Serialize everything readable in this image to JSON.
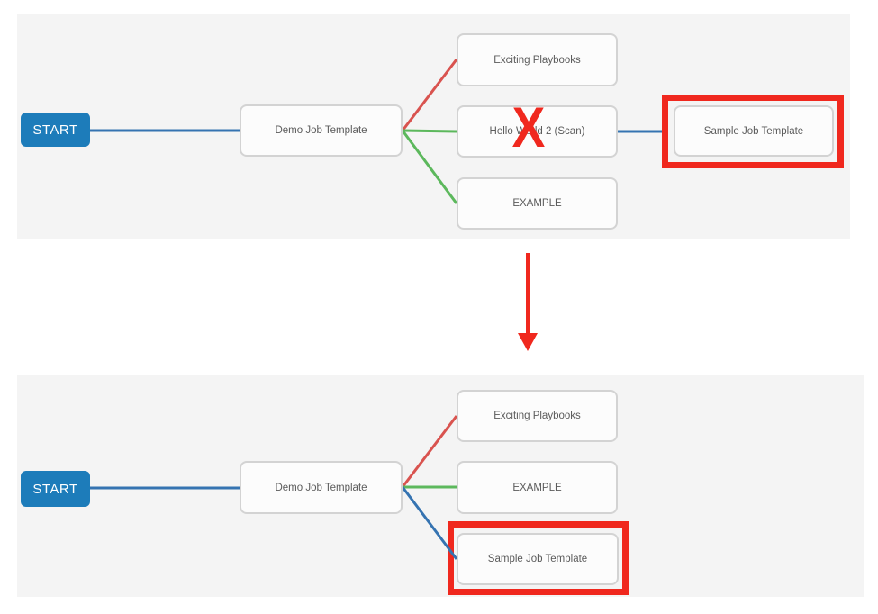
{
  "colors": {
    "panel-bg": "#f4f4f4",
    "node-bg": "#fcfcfc",
    "node-border": "#d3d3d3",
    "node-text": "#5b5b5b",
    "start-bg": "#1d7cba",
    "start-text": "#ffffff",
    "link-blue": "#3573b1",
    "link-red": "#d9534f",
    "link-green": "#5cb85c",
    "annotation-red": "#f0281e"
  },
  "annotation": {
    "x_mark": "X"
  },
  "before": {
    "start_label": "START",
    "root_label": "Demo Job Template",
    "child_top": "Exciting Playbooks",
    "child_middle": "Hello World 2 (Scan)",
    "child_bottom": "EXAMPLE",
    "detached_node": "Sample Job Template"
  },
  "after": {
    "start_label": "START",
    "root_label": "Demo Job Template",
    "child_top": "Exciting Playbooks",
    "child_middle": "EXAMPLE",
    "child_bottom": "Sample Job Template"
  }
}
